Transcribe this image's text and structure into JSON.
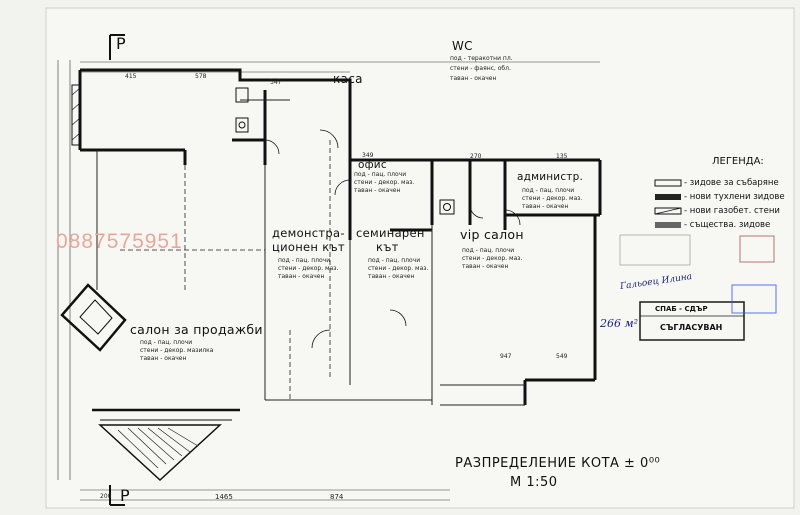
{
  "phone": "0887575951",
  "title": {
    "line1": "РАЗПРЕДЕЛЕНИЕ  КОТА ± 0⁰⁰",
    "scale": "М   1:50"
  },
  "legend": {
    "title": "ЛЕГЕНДА:",
    "items": [
      "- зидове за събаряне",
      "- нови тухлени зидове",
      "- нови газобет. стени",
      "- същества. зидове"
    ]
  },
  "rooms": {
    "wc": {
      "name": "WC",
      "notes": [
        "под - теракотни пл.",
        "стени - фаянс, обл.",
        "таван - окачен"
      ]
    },
    "kasa": {
      "name": "каса"
    },
    "ofis": {
      "name": "офис",
      "notes": [
        "под - пац. плочи",
        "стени - декор. маз.",
        "таван - окачен"
      ]
    },
    "admin": {
      "name": "администр.",
      "notes": [
        "под - пац. плочи",
        "стени - декор. маз.",
        "таван - окачен"
      ]
    },
    "demo": {
      "name1": "демонстра-",
      "name2": "ционен кът",
      "notes": [
        "под - пац. плочи",
        "стени - декор. маз.",
        "таван - окачен"
      ]
    },
    "seminar": {
      "name1": "семинарен",
      "name2": "кът",
      "notes": [
        "под - пац. плочи",
        "стени - декор. маз.",
        "таван - окачен"
      ]
    },
    "vip": {
      "name": "vip салон",
      "notes": [
        "под - пац. плочи",
        "стени - декор. маз.",
        "таван - окачен"
      ]
    },
    "sales": {
      "name": "салон за продажби",
      "notes": [
        "под - пац. плочи",
        "стени - декор. мазилка",
        "таван - окачен"
      ]
    }
  },
  "dimensions": [
    "415",
    "578",
    "347",
    "349",
    "270",
    "135",
    "1465",
    "874",
    "200",
    "947",
    "549"
  ],
  "section_mark": "P",
  "stamp": {
    "line1": "СПАБ - СДЪР",
    "line2": "СЪГЛАСУВАН",
    "area": "266 м²",
    "signature": "Гальоец Илина"
  }
}
